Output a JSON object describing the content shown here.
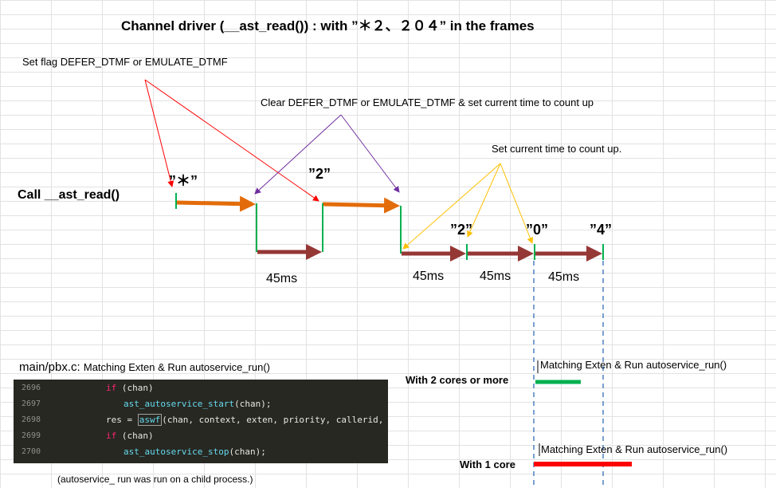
{
  "title": "Channel driver (__ast_read()) : with ”＊２、２０４” in the frames",
  "annotations": {
    "set_flag": "Set flag DEFER_DTMF or EMULATE_DTMF",
    "clear_flag": "Clear DEFER_DTMF or EMULATE_DTMF & set current time to count up",
    "set_time": "Set current time to count up."
  },
  "call_label": "Call __ast_read()",
  "frames": {
    "star": "”＊”",
    "two_first": "”2”",
    "two_second": "”2”",
    "zero": "”0”",
    "four": "”4”"
  },
  "durations": {
    "d1": "45ms",
    "d2": "45ms",
    "d3": "45ms",
    "d4": "45ms"
  },
  "code_panel": {
    "caption_prefix": "main/pbx.c:",
    "caption_suffix": "Matching Exten & Run autoservice_run()",
    "lines": [
      {
        "num": "2696",
        "kw": "if",
        "rest": " (chan)"
      },
      {
        "num": "2697",
        "fn": "ast_autoservice_start",
        "rest": "(chan);"
      },
      {
        "num": "2698",
        "pre": "res = ",
        "fn": "aswf",
        "rest": "(chan, context, exten, priority, callerid, datap);"
      },
      {
        "num": "2699",
        "kw": "if",
        "rest": " (chan)"
      },
      {
        "num": "2700",
        "fn": "ast_autoservice_stop",
        "rest": "(chan);"
      }
    ],
    "footnote": "(autoservice_ run was run on a child process.)"
  },
  "cores": {
    "multi_label": "With 2 cores or more",
    "multi_desc": "Matching Exten & Run autoservice_run()",
    "single_label": "With 1 core",
    "single_desc": "Matching Exten & Run autoservice_run()"
  },
  "colors": {
    "orange": "#e36c0a",
    "brown": "#953735",
    "green": "#00b050",
    "red": "#ff0000",
    "purple": "#7030a0",
    "yellow": "#ffc000",
    "dash": "#4f81bd"
  }
}
